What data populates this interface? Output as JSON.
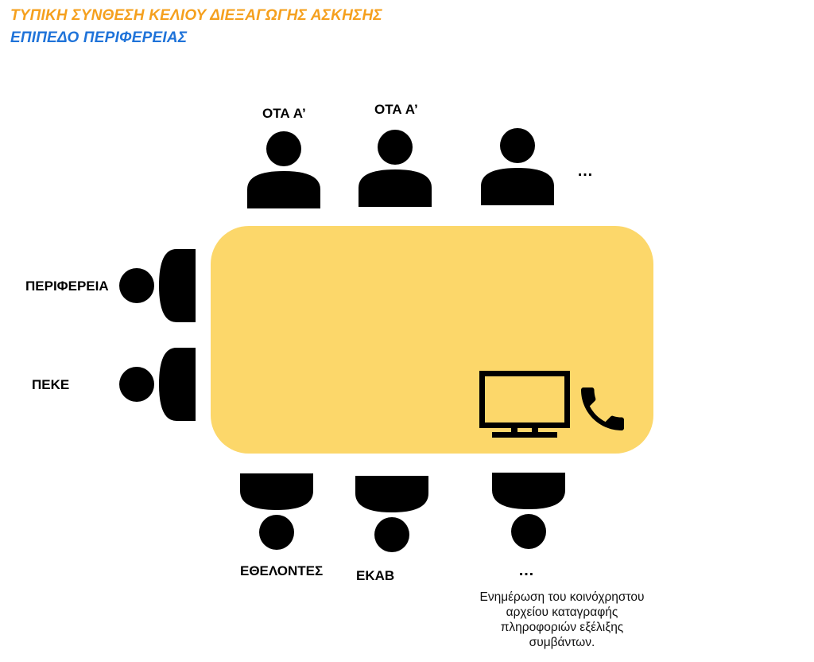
{
  "header": {
    "title": "ΤΥΠΙΚΗ ΣΥΝΘΕΣΗ ΚΕΛΙΟΥ ΔΙΕΞΑΓΩΓΗΣ ΑΣΚΗΣΗΣ",
    "subtitle": "ΕΠΙΠΕΔΟ ΠΕΡΙΦΕΡΕΙΑΣ",
    "title_color": "#F5A01E",
    "subtitle_color": "#1F73D9"
  },
  "table": {
    "color": "#FCD76A"
  },
  "top_seats": {
    "labels": [
      "ΟΤΑ Α’",
      "ΟΤΑ Α’"
    ],
    "more": "…"
  },
  "left_seats": {
    "labels": [
      "ΠΕΡΙΦΕΡΕΙΑ",
      "ΠΕΚΕ"
    ]
  },
  "bottom_seats": {
    "labels": [
      "ΕΘΕΛΟΝΤΕΣ",
      "ΕΚΑΒ"
    ],
    "more": "…"
  },
  "note": "Ενημέρωση του κοινόχρηστου αρχείου καταγραφής πληροφοριών εξέλιξης συμβάντων.",
  "icons": [
    "person-icon",
    "monitor-icon",
    "phone-icon"
  ]
}
